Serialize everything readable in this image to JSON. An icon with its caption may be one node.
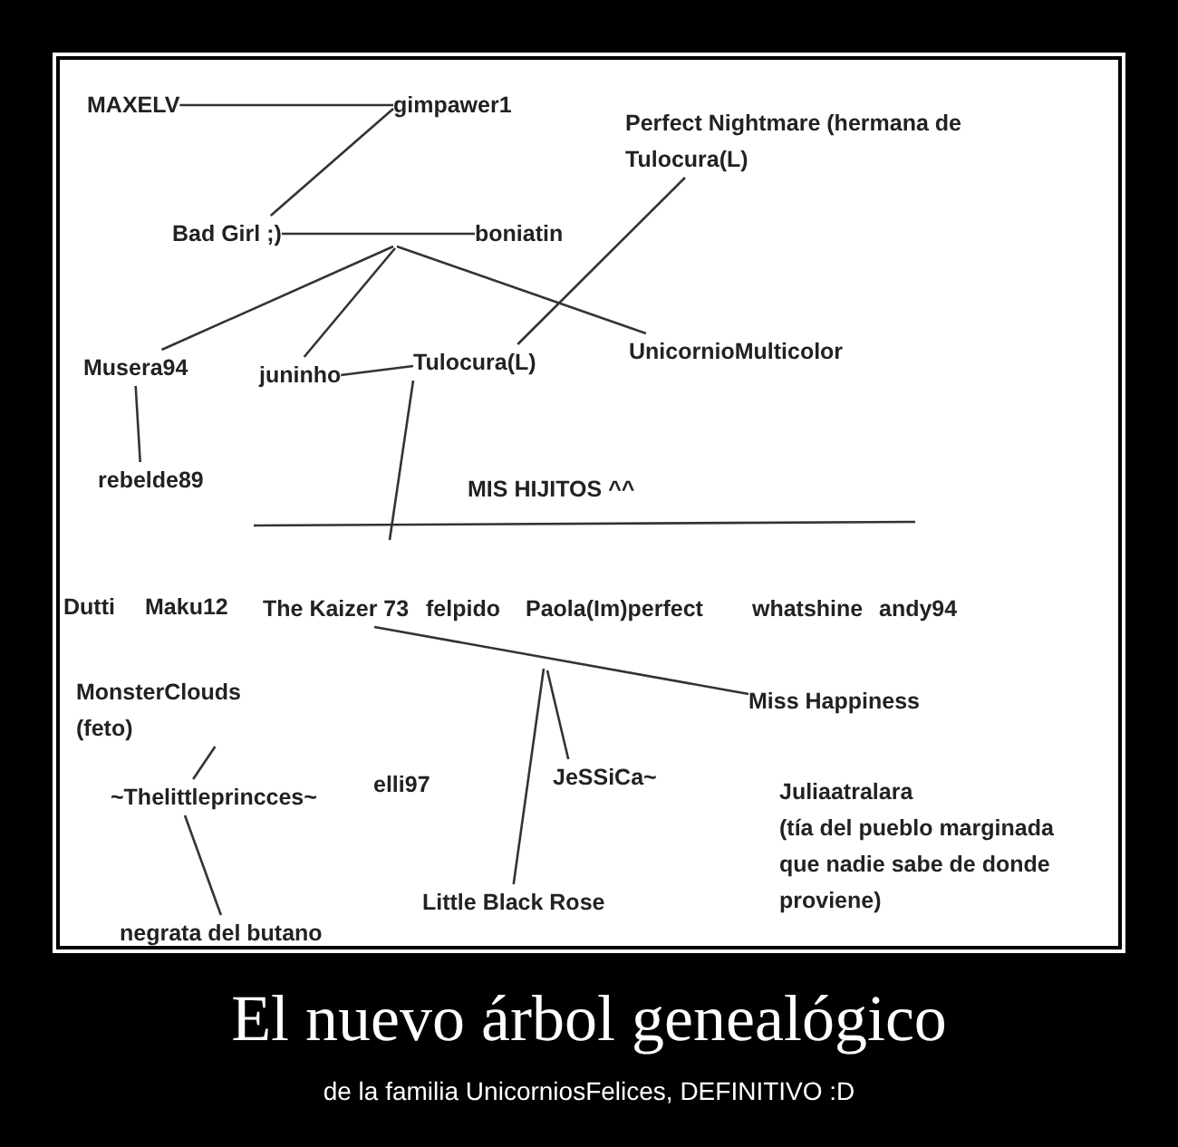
{
  "diagram": {
    "title": "El nuevo árbol genealógico",
    "caption": "de la familia UnicorniosFelices, DEFINITIVO :D",
    "nodes": [
      {
        "text": [
          "MAXELV"
        ]
      },
      {
        "text": [
          "gimpawer1"
        ]
      },
      {
        "text": [
          "Perfect Nightmare (hermana de Tulocura(L)"
        ]
      },
      {
        "text": [
          "Bad Girl ;)"
        ]
      },
      {
        "text": [
          "boniatin"
        ]
      },
      {
        "text": [
          "Musera94"
        ]
      },
      {
        "text": [
          "juninho"
        ]
      },
      {
        "text": [
          "Tulocura(L)"
        ]
      },
      {
        "text": [
          "UnicornioMulticolor"
        ]
      },
      {
        "text": [
          "rebelde89"
        ]
      },
      {
        "text": [
          "Dutti"
        ]
      },
      {
        "text": [
          "Maku12"
        ]
      },
      {
        "text": [
          "The Kaizer 73"
        ]
      },
      {
        "text": [
          "felpido"
        ]
      },
      {
        "text": [
          "Paola(Im)perfect"
        ]
      },
      {
        "text": [
          "whatshine"
        ]
      },
      {
        "text": [
          "andy94"
        ]
      },
      {
        "text": [
          "MonsterClouds (feto)"
        ]
      },
      {
        "text": [
          "Miss Happiness"
        ]
      },
      {
        "text": [
          "~Thelittleprincces~"
        ]
      },
      {
        "text": [
          "elli97"
        ]
      },
      {
        "text": [
          "JeSSiCa~"
        ]
      },
      {
        "text": [
          "Juliaatralara",
          "(tía del pueblo marginada que nadie sabe de donde proviene)"
        ]
      },
      {
        "text": [
          "Little Black Rose"
        ]
      },
      {
        "text": [
          "negrata del butano"
        ]
      }
    ],
    "edges": [
      {
        "from": 0,
        "to": 1,
        "arrow": "none"
      },
      {
        "from": 1,
        "to": 3,
        "arrow": "none"
      },
      {
        "from": 3,
        "to": 4,
        "arrow": "none"
      },
      {
        "from": null,
        "to": 5,
        "arrow": "none"
      },
      {
        "from": null,
        "to": 6,
        "arrow": "none"
      },
      {
        "from": null,
        "to": 8,
        "arrow": "none"
      },
      {
        "from": 2,
        "to": 7,
        "arrow": "none"
      },
      {
        "from": 6,
        "to": 7,
        "arrow": "none"
      },
      {
        "from": 5,
        "to": 9,
        "arrow": "none"
      },
      {
        "from": 7,
        "to": null,
        "arrow": "none"
      },
      {
        "from": 12,
        "to": 18,
        "arrow": "none"
      },
      {
        "from": null,
        "to": 23,
        "arrow": "none"
      },
      {
        "from": null,
        "to": 21,
        "arrow": "none"
      },
      {
        "from": 17,
        "to": 19,
        "arrow": "none"
      },
      {
        "from": 19,
        "to": 24,
        "arrow": "none"
      }
    ],
    "labels": [
      "MIS HIJITOS ^^"
    ]
  }
}
